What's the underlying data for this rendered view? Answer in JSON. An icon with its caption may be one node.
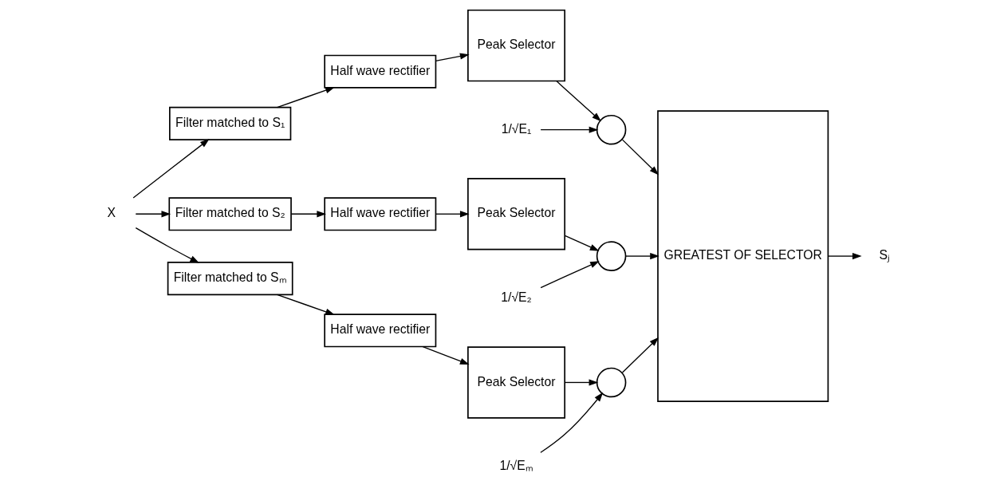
{
  "diagram": {
    "nodes": [
      {
        "text": [
          "X"
        ]
      },
      {
        "text": [
          "Filter matched to S₁"
        ]
      },
      {
        "text": [
          "Half wave rectifier"
        ]
      },
      {
        "text": [
          "Peak Selector"
        ]
      },
      {
        "text": [],
        "shape": "circle"
      },
      {
        "text": [
          "1/√E₁"
        ]
      },
      {
        "text": [
          "GREATEST OF SELECTOR"
        ]
      },
      {
        "text": [
          "Filter matched to S₂"
        ]
      },
      {
        "text": [
          "Half wave rectifier"
        ]
      },
      {
        "text": [
          "Peak Selector"
        ]
      },
      {
        "text": [],
        "shape": "circle"
      },
      {
        "text": [
          "1/√E₂"
        ]
      },
      {
        "text": [
          "Filter matched to Sₘ"
        ]
      },
      {
        "text": [
          "Half wave rectifier"
        ]
      },
      {
        "text": [
          "Peak Selector"
        ]
      },
      {
        "text": [],
        "shape": "circle"
      },
      {
        "text": [
          "1/√Eₘ"
        ]
      },
      {
        "text": [
          "Sⱼ"
        ]
      }
    ],
    "edges": [
      {
        "from": 0,
        "to": 1,
        "arrow": "to"
      },
      {
        "from": 0,
        "to": 7,
        "arrow": "to"
      },
      {
        "from": 0,
        "to": 12,
        "arrow": "to"
      },
      {
        "from": 1,
        "to": 2,
        "arrow": "to"
      },
      {
        "from": 2,
        "to": 3,
        "arrow": "to"
      },
      {
        "from": 3,
        "to": 4,
        "arrow": "to"
      },
      {
        "from": 5,
        "to": 4,
        "arrow": "to"
      },
      {
        "from": 4,
        "to": 6,
        "arrow": "to"
      },
      {
        "from": 7,
        "to": 8,
        "arrow": "to"
      },
      {
        "from": 8,
        "to": 9,
        "arrow": "to"
      },
      {
        "from": 9,
        "to": 10,
        "arrow": "to"
      },
      {
        "from": 11,
        "to": 10,
        "arrow": "to"
      },
      {
        "from": 10,
        "to": 6,
        "arrow": "to"
      },
      {
        "from": 12,
        "to": 13,
        "arrow": "to"
      },
      {
        "from": 13,
        "to": 14,
        "arrow": "to"
      },
      {
        "from": 14,
        "to": 15,
        "arrow": "to"
      },
      {
        "from": 16,
        "to": 15,
        "arrow": "to"
      },
      {
        "from": 15,
        "to": 6,
        "arrow": "to"
      },
      {
        "from": 6,
        "to": 17,
        "arrow": "to"
      }
    ]
  }
}
